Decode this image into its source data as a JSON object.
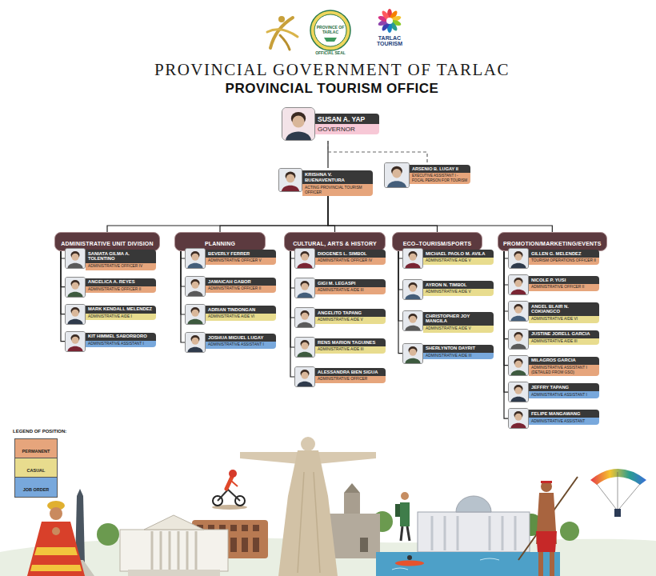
{
  "diagram": {
    "title": "PROVINCIAL GOVERNMENT OF TARLAC",
    "nodes": [
      {
        "text": [
          "SUSAN A. YAP",
          "GOVERNOR"
        ]
      },
      {
        "text": [
          "KRISHNA V. BUENAVENTURA",
          "ACTING PROVINCIAL TOURISM OFFICER"
        ]
      },
      {
        "text": [
          "ARSENIO B. LUGAY II",
          "EXECUTIVE ASSISTANT I - FOCAL PERSON FOR TOURISM"
        ]
      },
      {
        "text": [
          "ADMINISTRATIVE UNIT DIVISION"
        ]
      },
      {
        "text": [
          "PLANNING"
        ]
      },
      {
        "text": [
          "CULTURAL, ARTS & HISTORY"
        ]
      },
      {
        "text": [
          "ECO–TOURISM/SPORTS"
        ]
      },
      {
        "text": [
          "PROMOTION/MARKETING/EVENTS"
        ]
      },
      {
        "text": [
          "SANIATA GILMA A. TOLENTINO",
          "ADMINISTRATIVE OFFICER IV"
        ]
      },
      {
        "text": [
          "ANGELICA A. REYES",
          "ADMINISTRATIVE OFFICER II"
        ]
      },
      {
        "text": [
          "MARK KENDALL MELENDEZ",
          "ADMINISTRATIVE AIDE I"
        ]
      },
      {
        "text": [
          "KIT HIMMEL SABORBORO",
          "ADMINISTRATIVE ASSISTANT I"
        ]
      },
      {
        "text": [
          "BEVERLY FERRER",
          "ADMINISTRATIVE OFFICER V"
        ]
      },
      {
        "text": [
          "JAMAICAH GABOR",
          "ADMINISTRATIVE OFFICER II"
        ]
      },
      {
        "text": [
          "ADRIAN TINDONGAN",
          "ADMINISTRATIVE AIDE VI"
        ]
      },
      {
        "text": [
          "JOSHUA MIGUEL LUGAY",
          "ADMINISTRATIVE ASSISTANT I"
        ]
      },
      {
        "text": [
          "DIOGENES L. SIMBOL",
          "ADMINISTRATIVE OFFICER IV"
        ]
      },
      {
        "text": [
          "GIGI M. LEGASPI",
          "ADMINISTRATIVE AIDE III"
        ]
      },
      {
        "text": [
          "ANGELITO TAPANG",
          "ADMINISTRATIVE AIDE V"
        ]
      },
      {
        "text": [
          "RENS MARION TAGUINES",
          "ADMINISTRATIVE AIDE III"
        ]
      },
      {
        "text": [
          "ALESSANDRA BIEN SIGUA",
          "ADMINISTRATIVE OFFICER"
        ]
      },
      {
        "text": [
          "MICHAEL PAOLO M. AVILA",
          "ADMINISTRATIVE AIDE V"
        ]
      },
      {
        "text": [
          "AYRON N. TIMBOL",
          "ADMINISTRATIVE AIDE V"
        ]
      },
      {
        "text": [
          "CHRISTOPHER JOY MANGILA",
          "ADMINISTRATIVE AIDE V"
        ]
      },
      {
        "text": [
          "SHERLYNTON DAYRIT",
          "ADMINISTRATIVE AIDE III"
        ]
      },
      {
        "text": [
          "GILLEN G. MELENDEZ",
          "TOURISM OPERATIONS OFFICER II"
        ]
      },
      {
        "text": [
          "NICOLE P. YUSI",
          "ADMINISTRATIVE OFFICER II"
        ]
      },
      {
        "text": [
          "ANGEL BLAIR N. COKIANGCO",
          "ADMINISTRATIVE AIDE VI"
        ]
      },
      {
        "text": [
          "JUSTINE JORELL GARCIA",
          "ADMINISTRATIVE AIDE III"
        ]
      },
      {
        "text": [
          "MILAGROS GARCIA",
          "ADMINISTRATIVE ASSISTANT I (DETAILED FROM GSO)"
        ]
      },
      {
        "text": [
          "JEFFRY TAPANG",
          "ADMINISTRATIVE ASSISTANT I"
        ]
      },
      {
        "text": [
          "FELIPE MANGAWANG",
          "ADMINISTRATIVE ASSISTANT"
        ]
      }
    ],
    "edges": [
      {
        "from": 0,
        "to": 1,
        "arrow": "none"
      },
      {
        "from": 0,
        "to": 2,
        "arrow": "none"
      },
      {
        "from": 1,
        "to": 3,
        "arrow": "none"
      },
      {
        "from": 1,
        "to": 4,
        "arrow": "none"
      },
      {
        "from": 1,
        "to": 5,
        "arrow": "none"
      },
      {
        "from": 1,
        "to": 6,
        "arrow": "none"
      },
      {
        "from": 1,
        "to": 7,
        "arrow": "none"
      },
      {
        "from": 3,
        "to": 8,
        "arrow": "none"
      },
      {
        "from": 3,
        "to": 9,
        "arrow": "none"
      },
      {
        "from": 3,
        "to": 10,
        "arrow": "none"
      },
      {
        "from": 3,
        "to": 11,
        "arrow": "none"
      },
      {
        "from": 4,
        "to": 12,
        "arrow": "none"
      },
      {
        "from": 4,
        "to": 13,
        "arrow": "none"
      },
      {
        "from": 4,
        "to": 14,
        "arrow": "none"
      },
      {
        "from": 4,
        "to": 15,
        "arrow": "none"
      },
      {
        "from": 5,
        "to": 16,
        "arrow": "none"
      },
      {
        "from": 5,
        "to": 17,
        "arrow": "none"
      },
      {
        "from": 5,
        "to": 18,
        "arrow": "none"
      },
      {
        "from": 5,
        "to": 19,
        "arrow": "none"
      },
      {
        "from": 5,
        "to": 20,
        "arrow": "none"
      },
      {
        "from": 6,
        "to": 21,
        "arrow": "none"
      },
      {
        "from": 6,
        "to": 22,
        "arrow": "none"
      },
      {
        "from": 6,
        "to": 23,
        "arrow": "none"
      },
      {
        "from": 6,
        "to": 24,
        "arrow": "none"
      },
      {
        "from": 7,
        "to": 25,
        "arrow": "none"
      },
      {
        "from": 7,
        "to": 26,
        "arrow": "none"
      },
      {
        "from": 7,
        "to": 27,
        "arrow": "none"
      },
      {
        "from": 7,
        "to": 28,
        "arrow": "none"
      },
      {
        "from": 7,
        "to": 29,
        "arrow": "none"
      },
      {
        "from": 7,
        "to": 30,
        "arrow": "none"
      },
      {
        "from": 7,
        "to": 31,
        "arrow": "none"
      }
    ],
    "labels": [
      "PROVINCE OF TARLAC",
      "OFFICIAL SEAL",
      "TARLAC TOURISM",
      "PROVINCIAL TOURISM OFFICE",
      "LEGEND OF POSITION:"
    ],
    "legend": [
      {
        "text": "PERMANENT",
        "color": "#e6a57c"
      },
      {
        "text": "CASUAL",
        "color": "#e8dc8e"
      },
      {
        "text": "JOB ORDER",
        "color": "#78a8dc"
      }
    ]
  }
}
